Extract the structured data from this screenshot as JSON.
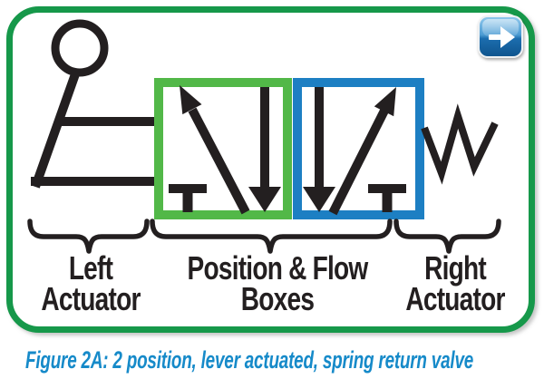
{
  "figure": {
    "caption": "Figure 2A: 2 position, lever actuated, spring return valve",
    "labels": {
      "left_actuator": {
        "line1": "Left",
        "line2": "Actuator"
      },
      "position_flow_boxes": {
        "line1": "Position & Flow",
        "line2": "Boxes"
      },
      "right_actuator": {
        "line1": "Right",
        "line2": "Actuator"
      }
    },
    "nav_button_icon": "arrow-right-icon",
    "symbols": [
      "lever-actuator",
      "position-flow-box-left",
      "position-flow-box-right",
      "spring-return"
    ],
    "colors": {
      "frame_green": "#16984a",
      "box_green": "#52b848",
      "box_blue": "#1d7fc3",
      "caption_blue": "#168ac9",
      "symbol_black": "#231f20",
      "button_blue_top": "#8ec7ec",
      "button_blue_bottom": "#0f558f"
    }
  }
}
